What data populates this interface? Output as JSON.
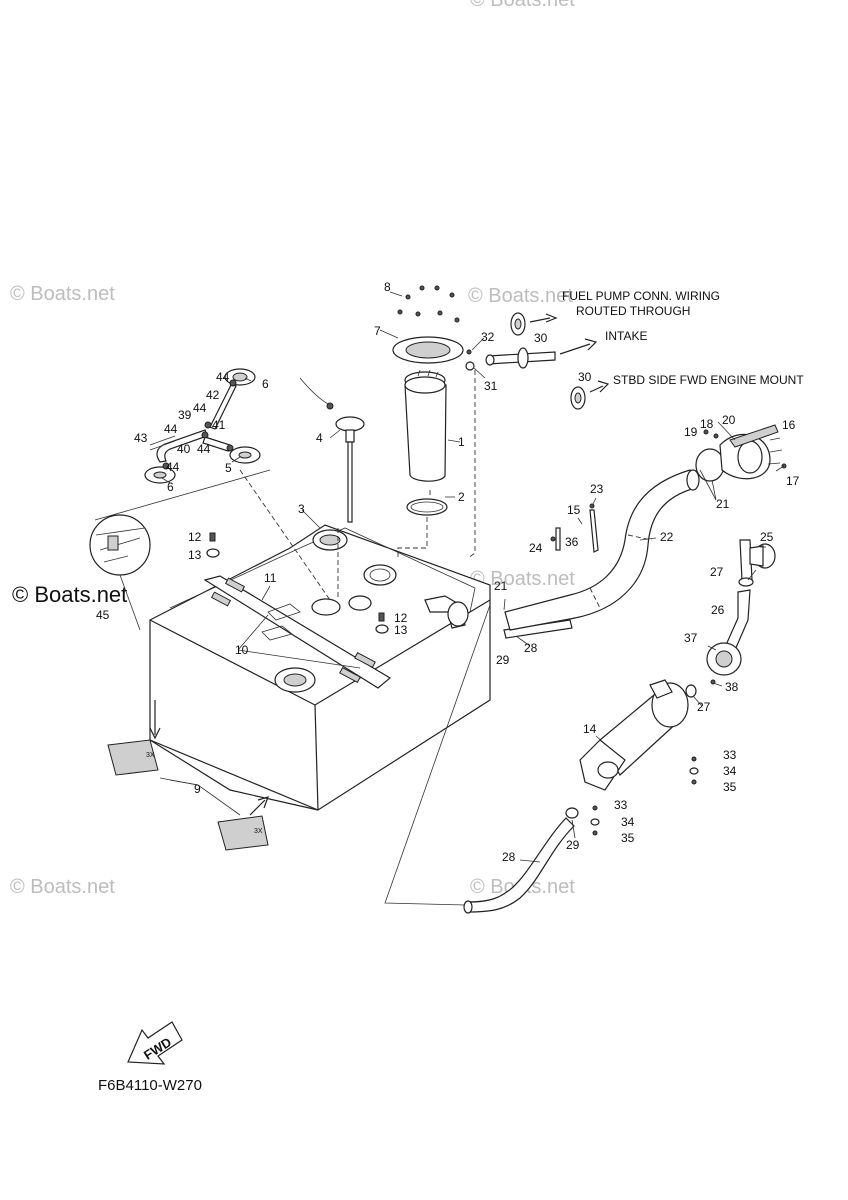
{
  "watermarks": [
    {
      "text": "© Boats.net"
    },
    {
      "text": "© Boats.net"
    },
    {
      "text": "© Boats.net"
    },
    {
      "text": "© Boats.net"
    },
    {
      "text": "© Boats.net"
    },
    {
      "text": "© Boats.net"
    }
  ],
  "watermark_main": "© Boats.net",
  "notes": {
    "fuel_pump_line1": "FUEL PUMP CONN. WIRING",
    "fuel_pump_line2": "ROUTED THROUGH",
    "intake": "INTAKE",
    "stbd": "STBD SIDE FWD ENGINE MOUNT"
  },
  "pad_label": "3X",
  "fwd_label": "FWD",
  "diagram_code": "F6B4110-W270",
  "callouts": [
    "1",
    "2",
    "3",
    "4",
    "5",
    "6",
    "6",
    "7",
    "8",
    "9",
    "10",
    "11",
    "12",
    "12",
    "13",
    "13",
    "14",
    "15",
    "16",
    "17",
    "18",
    "19",
    "20",
    "21",
    "21",
    "22",
    "23",
    "24",
    "25",
    "26",
    "27",
    "27",
    "28",
    "28",
    "29",
    "29",
    "30",
    "30",
    "31",
    "32",
    "33",
    "33",
    "34",
    "34",
    "35",
    "35",
    "36",
    "37",
    "38",
    "39",
    "40",
    "41",
    "42",
    "43",
    "44",
    "44",
    "44",
    "44",
    "44",
    "45"
  ]
}
